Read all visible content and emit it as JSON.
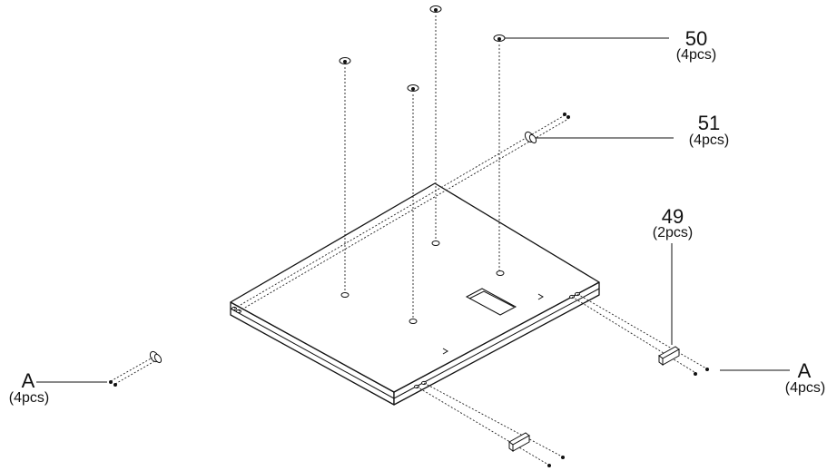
{
  "labels": {
    "part_50": {
      "number": "50",
      "qty": "(4pcs)"
    },
    "part_51": {
      "number": "51",
      "qty": "(4pcs)"
    },
    "part_49": {
      "number": "49",
      "qty": "(2pcs)"
    },
    "part_a_left": {
      "number": "A",
      "qty": "(4pcs)"
    },
    "part_a_right": {
      "number": "A",
      "qty": "(4pcs)"
    }
  },
  "colors": {
    "line": "#111111",
    "background": "#ffffff"
  }
}
